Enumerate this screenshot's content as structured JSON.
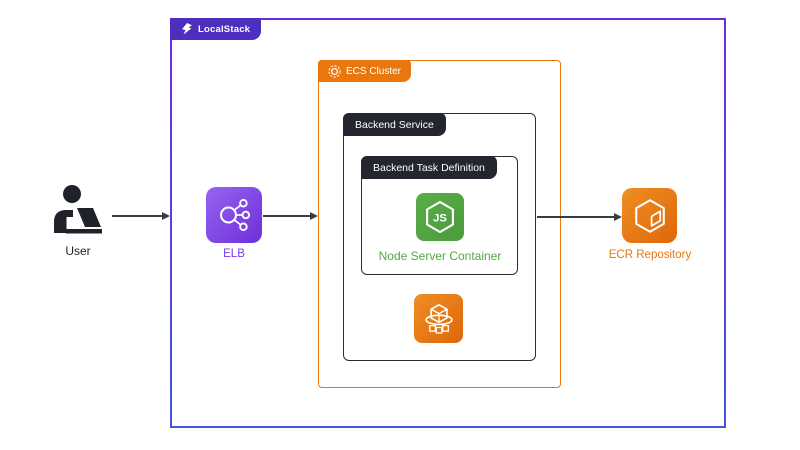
{
  "nodes": {
    "localstack": "LocalStack",
    "ecs_cluster": "ECS Cluster",
    "backend_service": "Backend Service",
    "backend_task_definition": "Backend Task Definition",
    "node_server": "Node Server Container",
    "user": "User",
    "elb": "ELB",
    "ecr": "ECR Repository"
  },
  "colors": {
    "localstack_badge": "#4D2EBE",
    "outer_border_top": "#6E2BE2",
    "outer_border_bottom": "#4355E2",
    "orange": "#E8770D",
    "dark_badge": "#23262E",
    "node_green": "#55A643",
    "elb_purple": "#7B3BE8",
    "arrow": "#383D45"
  }
}
